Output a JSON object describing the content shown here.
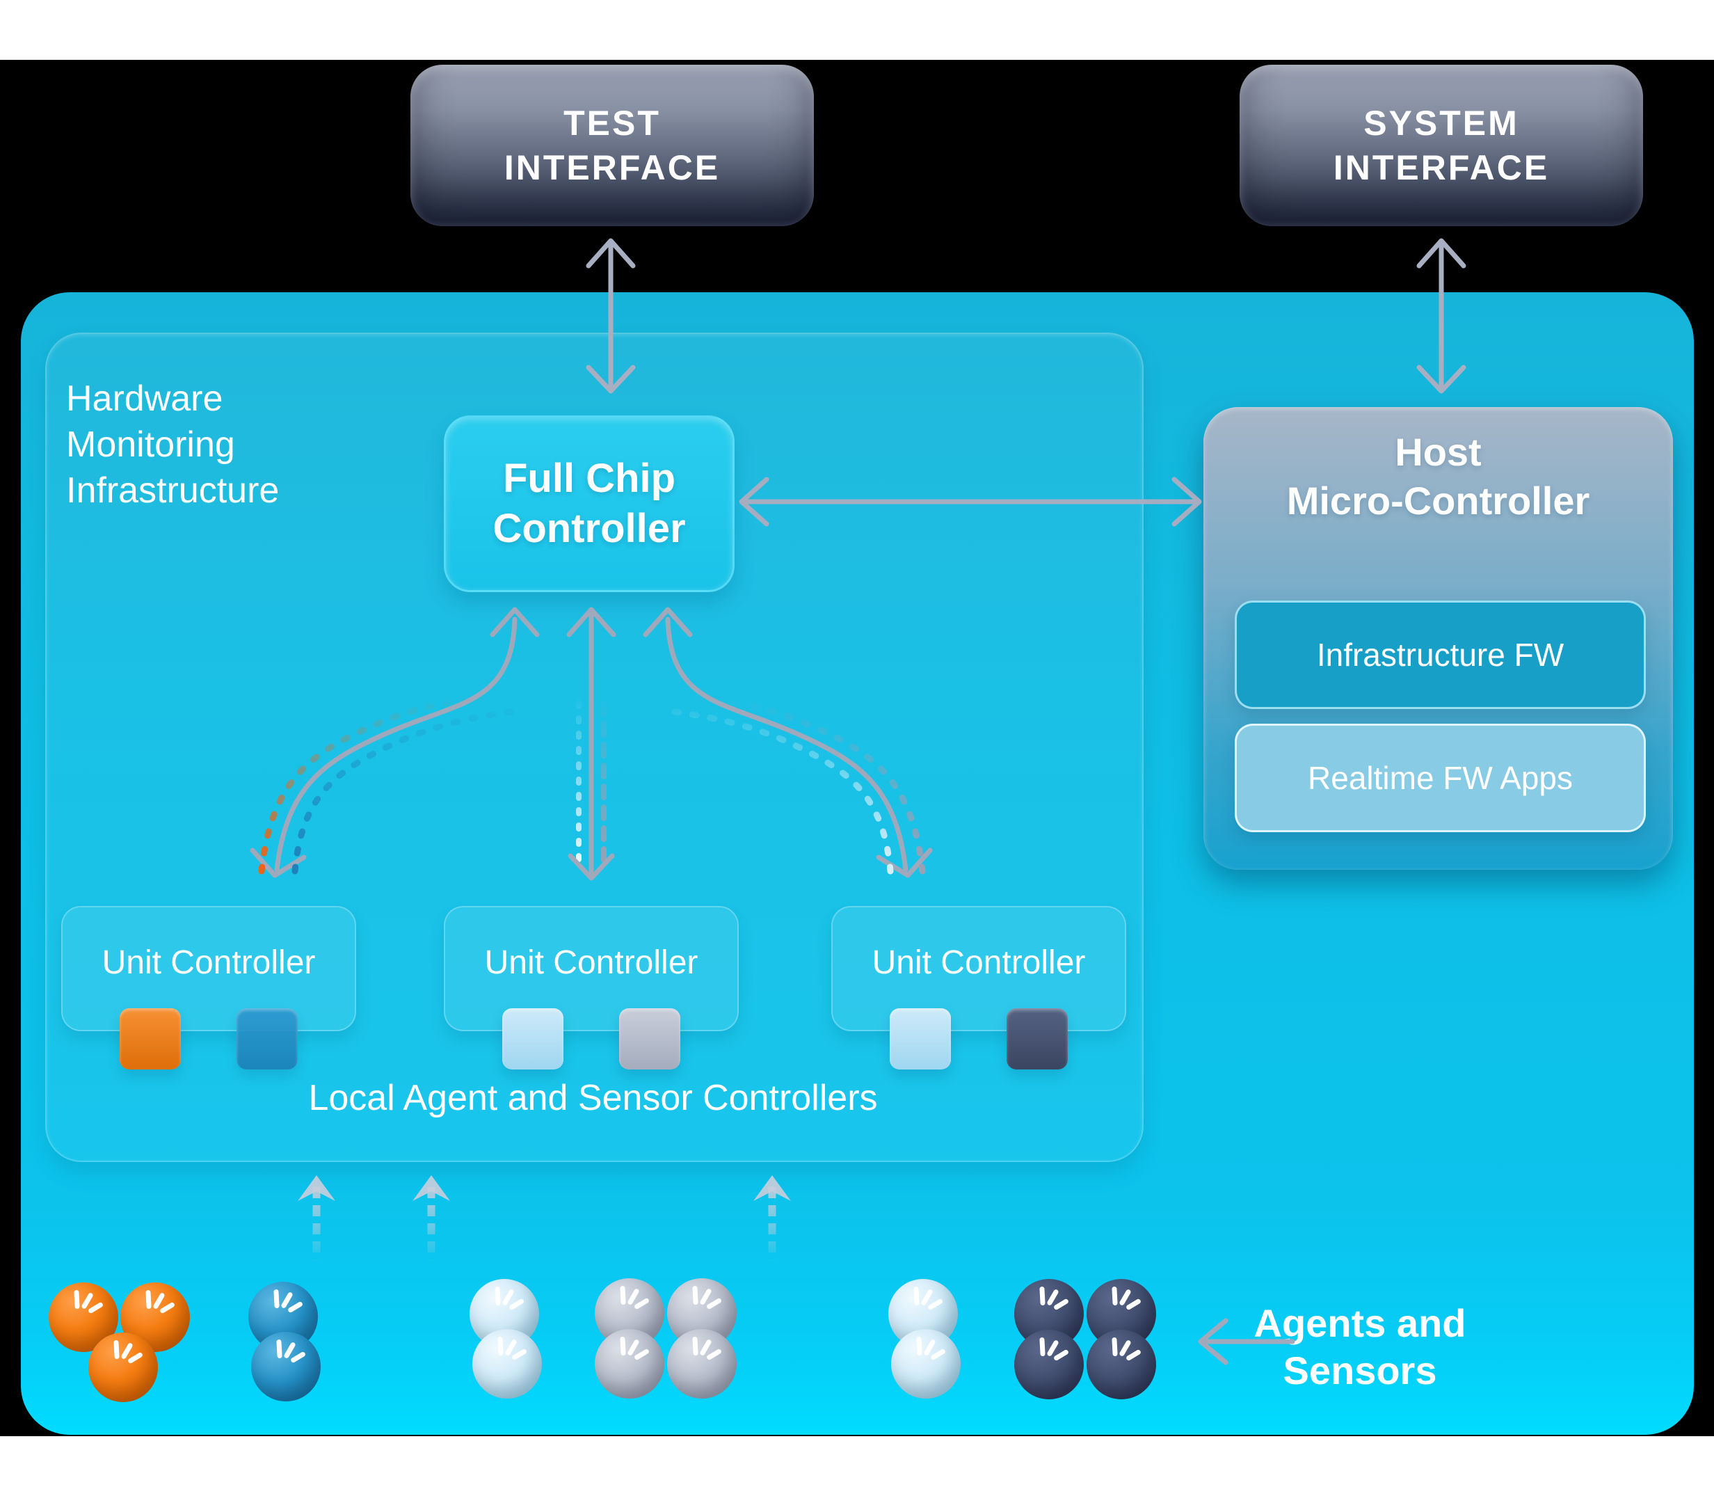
{
  "interfaces": {
    "test": {
      "line1": "TEST",
      "line2": "INTERFACE"
    },
    "system": {
      "line1": "SYSTEM",
      "line2": "INTERFACE"
    }
  },
  "infrastructure": {
    "title_lines": [
      "Hardware",
      "Monitoring",
      "Infrastructure"
    ],
    "local_controllers_label": "Local Agent and Sensor Controllers"
  },
  "full_chip_controller": {
    "line1": "Full Chip",
    "line2": "Controller"
  },
  "host_micro_controller": {
    "line1": "Host",
    "line2": "Micro-Controller",
    "fw_boxes": [
      {
        "label": "Infrastructure FW"
      },
      {
        "label": "Realtime FW Apps"
      }
    ]
  },
  "unit_controllers": [
    {
      "label": "Unit Controller",
      "agents": [
        "orange",
        "blue"
      ]
    },
    {
      "label": "Unit Controller",
      "agents": [
        "light-blue",
        "silver"
      ]
    },
    {
      "label": "Unit Controller",
      "agents": [
        "light-blue",
        "navy"
      ]
    }
  ],
  "agents_sensors": {
    "line1": "Agents and",
    "line2": "Sensors"
  },
  "clusters": [
    {
      "kind": "orange",
      "count": 3
    },
    {
      "kind": "blue",
      "count": 2
    },
    {
      "kind": "light-blue",
      "count": 2
    },
    {
      "kind": "silver",
      "count": 4
    },
    {
      "kind": "light-blue",
      "count": 2
    },
    {
      "kind": "navy",
      "count": 4
    }
  ],
  "colors": {
    "panel_cyan": "#0DC0E7",
    "panel_glow": "#00DCFF",
    "interface_box_top": "#9AA1B3",
    "interface_box_bottom": "#2E374E",
    "arrow_gray": "#A6ADC0",
    "agent_orange": "#EE7A18",
    "agent_blue": "#2090C8",
    "agent_light_blue": "#BCE2F5",
    "agent_silver": "#B2B9C7",
    "agent_navy": "#414E6C"
  }
}
